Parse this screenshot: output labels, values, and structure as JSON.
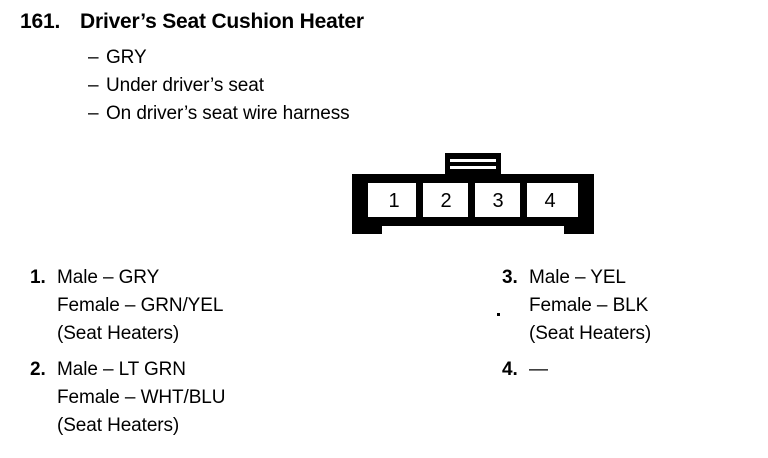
{
  "header": {
    "number": "161.",
    "title": "Driver’s Seat Cushion Heater",
    "dash": "–",
    "bullets": [
      "GRY",
      "Under driver’s seat",
      "On driver’s seat wire harness"
    ]
  },
  "connector": {
    "pin_count": 4,
    "pins": [
      "1",
      "2",
      "3",
      "4"
    ]
  },
  "legend": {
    "left": [
      {
        "number": "1.",
        "lines": [
          "Male – GRY",
          "Female – GRN/YEL",
          "(Seat Heaters)"
        ]
      },
      {
        "number": "2.",
        "lines": [
          "Male – LT GRN",
          "Female – WHT/BLU",
          "(Seat Heaters)"
        ]
      }
    ],
    "right": [
      {
        "number": "3.",
        "lines": [
          "Male – YEL",
          "Female – BLK",
          "(Seat Heaters)"
        ]
      },
      {
        "number": "4.",
        "lines": [
          "—"
        ]
      }
    ]
  },
  "colors": {
    "ink": "#000000",
    "paper": "#ffffff"
  }
}
